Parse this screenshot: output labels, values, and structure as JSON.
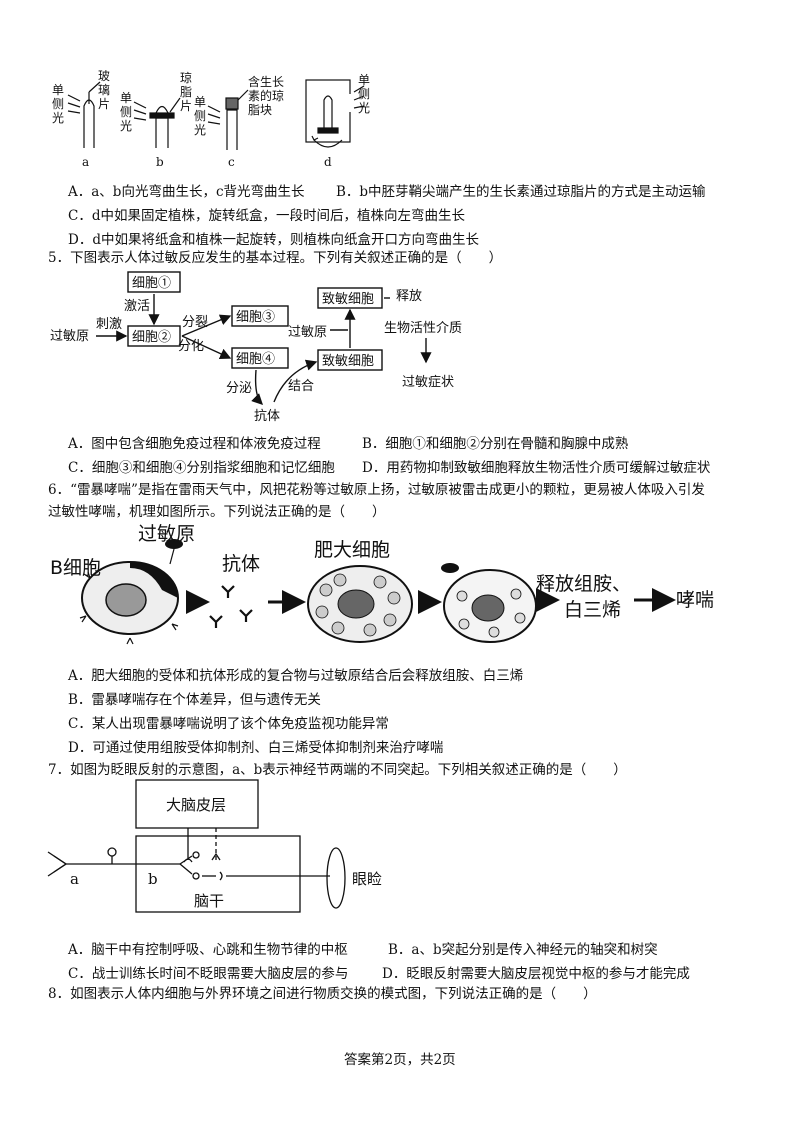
{
  "fig4": {
    "a_side": "单侧光",
    "a_label": "玻璃片",
    "b_side": "单侧光",
    "b_label": "琼脂片",
    "c_side": "单侧光",
    "c_label": "含生长素的琼脂块",
    "d_side": "单侧光",
    "letters": [
      "a",
      "b",
      "c",
      "d"
    ]
  },
  "q4_options": [
    "A．a、b向光弯曲生长，c背光弯曲生长",
    "B．b中胚芽鞘尖端产生的生长素通过琼脂片的方式是主动运输",
    "C．d中如果固定植株，旋转纸盒，一段时间后，植株向左弯曲生长",
    "D．d中如果将纸盒和植株一起旋转，则植株向纸盒开口方向弯曲生长"
  ],
  "q5": {
    "stem": "5．下图表示人体过敏反应发生的基本过程。下列有关叙述正确的是（　　）",
    "fig": {
      "cell1": "细胞①",
      "cell2": "细胞②",
      "cell3": "细胞③",
      "cell4": "细胞④",
      "sensitized1": "致敏细胞",
      "sensitized2": "致敏细胞",
      "allergen_left": "过敏原",
      "stimulate": "刺激",
      "activate": "激活",
      "divide": "分裂",
      "differentiate": "分化",
      "secrete": "分泌",
      "antibody": "抗体",
      "combine": "结合",
      "allergen_mid": "过敏原",
      "release": "释放",
      "mediator": "生物活性介质",
      "symptom": "过敏症状"
    },
    "options": [
      "A．图中包含细胞免疫过程和体液免疫过程",
      "B．细胞①和细胞②分别在骨髓和胸腺中成熟",
      "C．细胞③和细胞④分别指浆细胞和记忆细胞",
      "D．用药物抑制致敏细胞释放生物活性介质可缓解过敏症状"
    ]
  },
  "q6": {
    "stem_line1": "6．“雷暴哮喘”是指在雷雨天气中，风把花粉等过敏原上扬，过敏原被雷击成更小的颗粒，更易被人体吸入引发",
    "stem_line2": "过敏性哮喘，机理如图所示。下列说法正确的是（　　）",
    "fig": {
      "bcell": "B细胞",
      "allergen": "过敏原",
      "antibody": "抗体",
      "mast": "肥大细胞",
      "release": "释放组胺、",
      "release2": "白三烯",
      "asthma": "哮喘"
    },
    "options": [
      "A．肥大细胞的受体和抗体形成的复合物与过敏原结合后会释放组胺、白三烯",
      "B．雷暴哮喘存在个体差异，但与遗传无关",
      "C．某人出现雷暴哮喘说明了该个体免疫监视功能异常",
      "D．可通过使用组胺受体抑制剂、白三烯受体抑制剂来治疗哮喘"
    ]
  },
  "q7": {
    "stem": "7．如图为眨眼反射的示意图，a、b表示神经节两端的不同突起。下列相关叙述正确的是（　　）",
    "fig": {
      "cortex": "大脑皮层",
      "brainstem": "脑干",
      "eyelid": "眼睑",
      "a": "a",
      "b": "b"
    },
    "options": [
      "A．脑干中有控制呼吸、心跳和生物节律的中枢",
      "B．a、b突起分别是传入神经元的轴突和树突",
      "C．战士训练长时间不眨眼需要大脑皮层的参与",
      "D．眨眼反射需要大脑皮层视觉中枢的参与才能完成"
    ]
  },
  "q8": {
    "stem": "8．如图表示人体内细胞与外界环境之间进行物质交换的模式图，下列说法正确的是（　　）"
  },
  "footer": "答案第2页，共2页"
}
